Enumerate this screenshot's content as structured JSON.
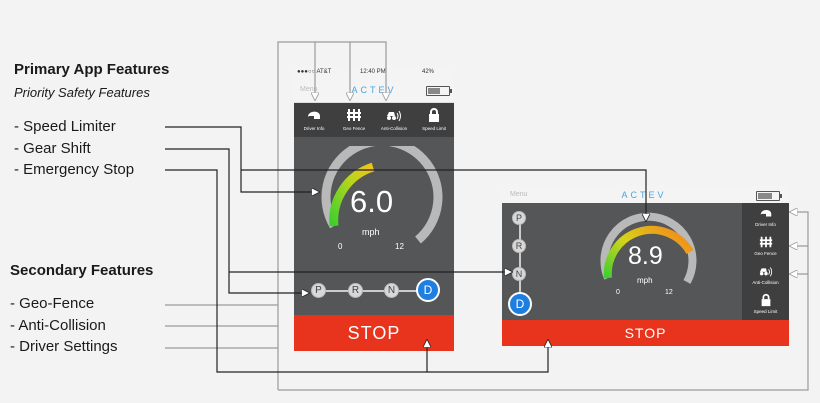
{
  "left_panel": {
    "primary_title": "Primary App Features",
    "primary_subtitle": "Priority Safety Features",
    "primary_items": [
      "- Speed Limiter",
      "- Gear Shift",
      "- Emergency Stop"
    ],
    "secondary_title": "Secondary Features",
    "secondary_items": [
      "- Geo-Fence",
      "- Anti-Collision",
      "- Driver Settings"
    ]
  },
  "phone": {
    "status": {
      "carrier": "●●●○○ AT&T",
      "time": "12:40 PM",
      "battery": "42%"
    },
    "menu": "Menu",
    "brand": "ACTEV",
    "icon_bar": [
      {
        "label": "Driver Info",
        "icon": "helmet-icon"
      },
      {
        "label": "Geo Fence",
        "icon": "fence-icon"
      },
      {
        "label": "Anti-Collision",
        "icon": "car-radar-icon"
      },
      {
        "label": "Speed Limit",
        "icon": "lock-icon"
      }
    ],
    "speed": "6.0",
    "unit": "mph",
    "gauge_min": "0",
    "gauge_max": "12",
    "gears": [
      "P",
      "R",
      "N",
      "D"
    ],
    "active_gear": "D",
    "stop_label": "STOP"
  },
  "tablet": {
    "menu": "Menu",
    "brand": "ACTEV",
    "speed": "8.9",
    "unit": "mph",
    "gauge_min": "0",
    "gauge_max": "12",
    "gears": [
      "P",
      "R",
      "N",
      "D"
    ],
    "active_gear": "D",
    "side_bar": [
      {
        "label": "Driver Info",
        "icon": "helmet-icon"
      },
      {
        "label": "Geo Fence",
        "icon": "fence-icon"
      },
      {
        "label": "Anti-Collision",
        "icon": "car-radar-icon"
      },
      {
        "label": "Speed Limit",
        "icon": "lock-icon"
      }
    ],
    "stop_label": "STOP"
  },
  "colors": {
    "stop": "#e8341c",
    "accent": "#1e7fe0",
    "brand": "#4aa3df",
    "panel": "#555657"
  }
}
